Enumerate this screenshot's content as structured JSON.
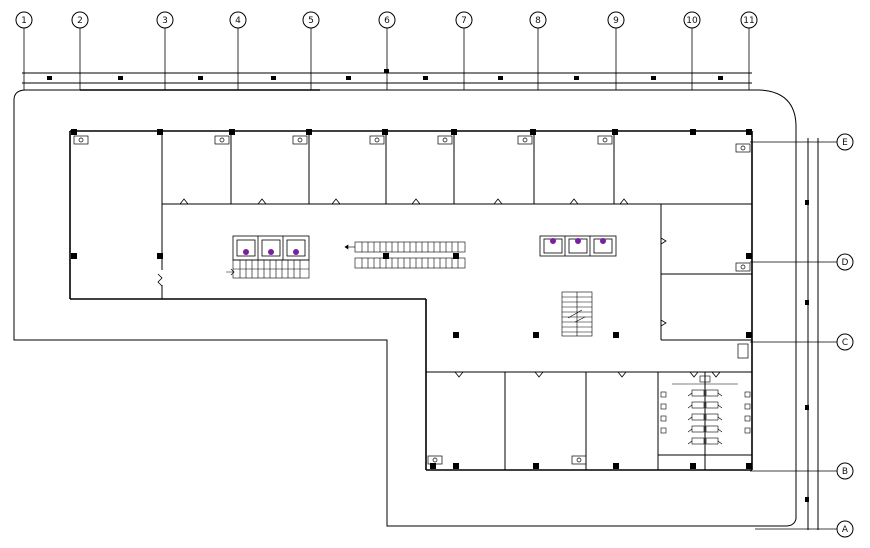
{
  "grid": {
    "columns": [
      "1",
      "2",
      "3",
      "4",
      "5",
      "6",
      "7",
      "8",
      "9",
      "10",
      "11"
    ],
    "rows": [
      "E",
      "D",
      "C",
      "B",
      "A"
    ]
  },
  "colors": {
    "line": "#000000",
    "background": "#ffffff",
    "fixture_accent": "#7a1fa2"
  }
}
